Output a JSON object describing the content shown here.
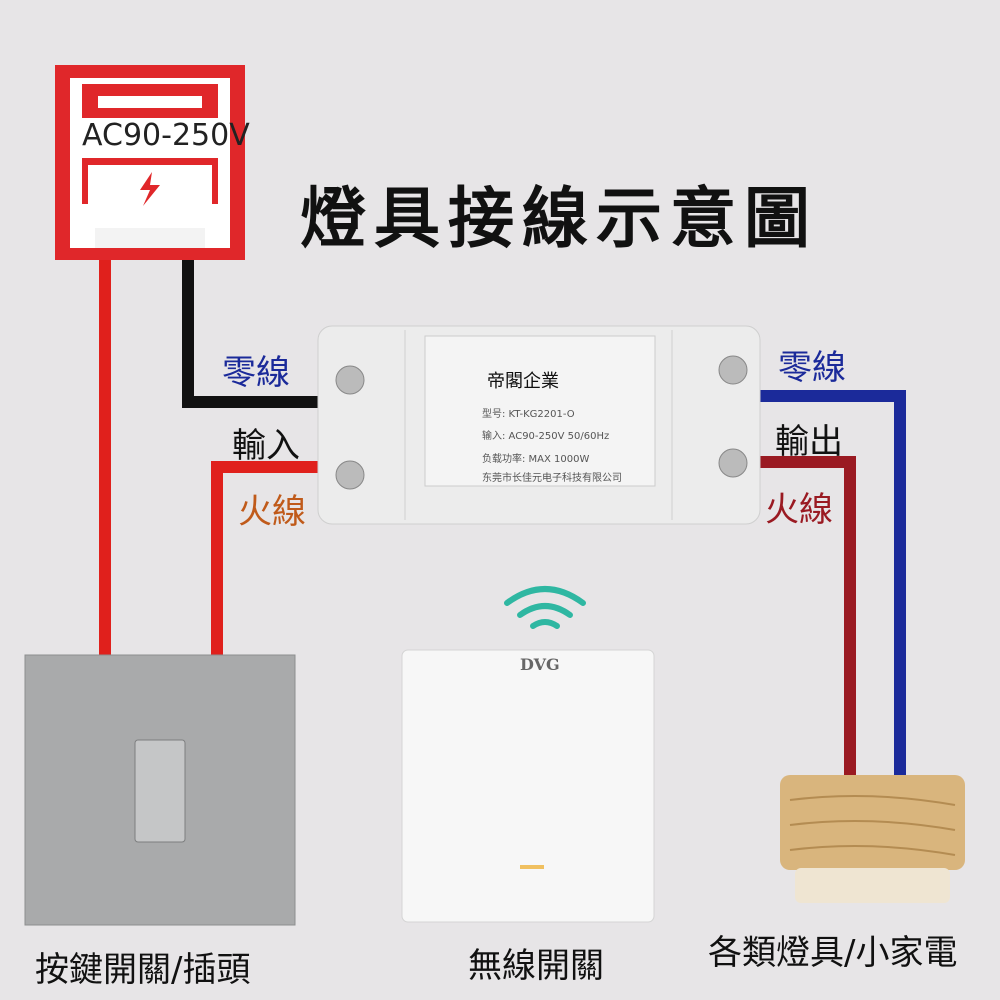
{
  "title": "燈具接線示意圖",
  "power_box": {
    "voltage": "AC90-250V",
    "icon": "lightning-bolt-icon"
  },
  "left_labels": {
    "neutral": "零線",
    "input": "輸入",
    "live": "火線"
  },
  "right_labels": {
    "neutral": "零線",
    "output": "輸出",
    "live": "火線"
  },
  "module": {
    "brand": "帝閣企業",
    "model": "型号: KT-KG2201-O",
    "input_spec": "输入: AC90-250V 50/60Hz",
    "load": "负载功率: MAX 1000W",
    "maker": "东莞市长佳元电子科技有限公司"
  },
  "wireless_switch": {
    "logo": "DVG",
    "icon": "wifi-signal-icon"
  },
  "captions": {
    "push_switch": "按鍵開關/插頭",
    "wireless_switch": "無線開關",
    "lamp": "各類燈具/小家電"
  },
  "colors": {
    "live": "#e0201c",
    "neutral_in": "#111111",
    "neutral_out": "#1b2a9a",
    "live_out": "#9a1a22",
    "meter": "#e0272a"
  }
}
